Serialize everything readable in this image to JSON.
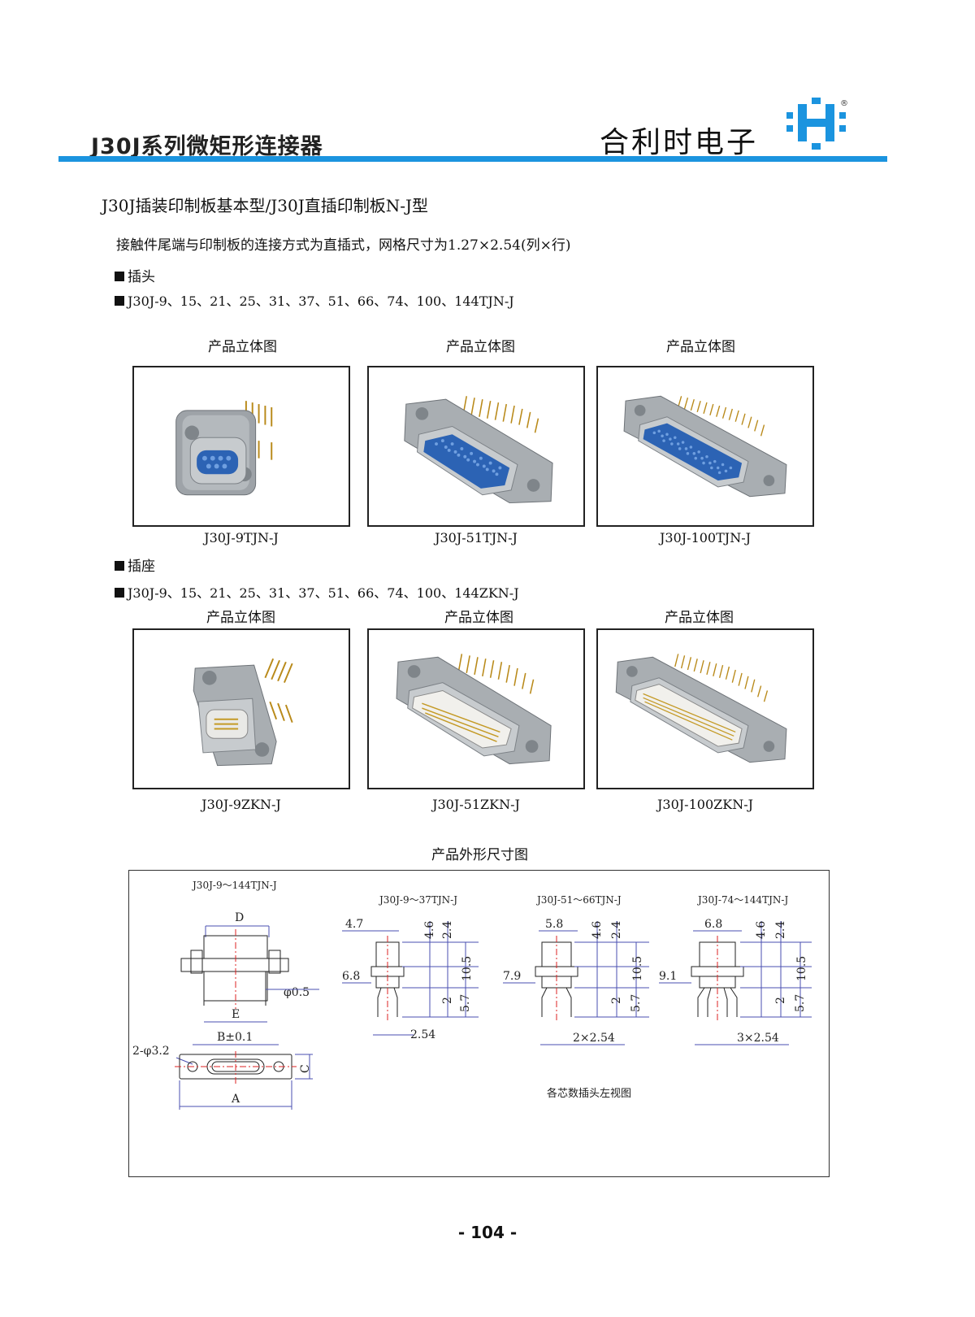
{
  "header": {
    "series_title": "J30J系列微矩形连接器",
    "brand_name": "合利时电子",
    "logo": "H-logo-icon",
    "registered_mark": "®",
    "rule_color": "#1b94df",
    "logo_color": "#1b94df"
  },
  "section": {
    "title": "J30J插装印制板基本型/J30J直插印制板N-J型",
    "description": "接触件尾端与印制板的连接方式为直插式，网格尺寸为1.27×2.54(列×行)"
  },
  "plug": {
    "heading": "插头",
    "models": "J30J-9、15、21、25、31、37、51、66、74、100、144TJN-J",
    "items": [
      {
        "view_label": "产品立体图",
        "caption": "J30J-9TJN-J"
      },
      {
        "view_label": "产品立体图",
        "caption": "J30J-51TJN-J"
      },
      {
        "view_label": "产品立体图",
        "caption": "J30J-100TJN-J"
      }
    ]
  },
  "socket": {
    "heading": "插座",
    "models": "J30J-9、15、21、25、31、37、51、66、74、100、144ZKN-J",
    "items": [
      {
        "view_label": "产品立体图",
        "caption": "J30J-9ZKN-J"
      },
      {
        "view_label": "产品立体图",
        "caption": "J30J-51ZKN-J"
      },
      {
        "view_label": "产品立体图",
        "caption": "J30J-100ZKN-J"
      }
    ]
  },
  "drawing": {
    "title": "产品外形尺寸图",
    "main_view": {
      "title": "J30J-9～144TJN-J",
      "labels": {
        "d": "D",
        "e": "E",
        "phi05": "φ0.5",
        "b": "B±0.1",
        "hole": "2-φ3.2",
        "c": "C",
        "a": "A"
      }
    },
    "side_views": [
      {
        "title": "J30J-9～37TJN-J",
        "top_w": "4.7",
        "flange_w": "6.8",
        "pitch": "2.54"
      },
      {
        "title": "J30J-51～66TJN-J",
        "top_w": "5.8",
        "flange_w": "7.9",
        "pitch": "2×2.54"
      },
      {
        "title": "J30J-74～144TJN-J",
        "top_w": "6.8",
        "flange_w": "9.1",
        "pitch": "3×2.54"
      }
    ],
    "vertical_dims": {
      "h1": "4.6",
      "h2": "2.4",
      "h3": "10.5",
      "h4": "2",
      "h5": "5.7"
    },
    "note": "各芯数插头左视图"
  },
  "page_number": "- 104 -"
}
